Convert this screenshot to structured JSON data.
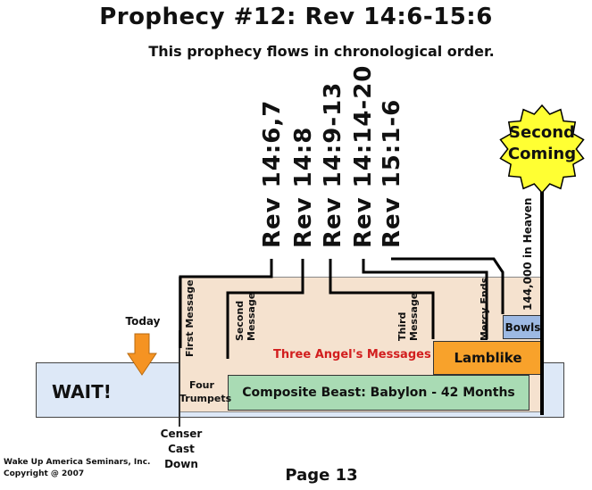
{
  "title": "Prophecy #12:  Rev 14:6-15:6",
  "subtitle": "This prophecy flows in chronological order.",
  "references": [
    "Rev 14:6,7",
    "Rev 14:8",
    "Rev 14:9-13",
    "Rev 14:14-20",
    "Rev 15:1-6"
  ],
  "second_coming": [
    "Second",
    "Coming"
  ],
  "heaven_label": "144,000 in Heaven",
  "messages": {
    "first": "First Message",
    "second": [
      "Second",
      "Message"
    ],
    "third": [
      "Third",
      "Message"
    ],
    "mercy": "Mercy Ends"
  },
  "angels_title": "Three Angel's Messages",
  "today_label": "Today",
  "wait_label": "WAIT!",
  "four_trumpets": [
    "Four",
    "Trumpets"
  ],
  "beast_label": "Composite Beast:  Babylon - 42 Months",
  "lamblike_label": "Lamblike",
  "bowls_label": "Bowls",
  "censer": [
    "Censer",
    "Cast",
    "Down"
  ],
  "footer": [
    "Wake Up America Seminars, Inc.",
    "Copyright @ 2007"
  ],
  "page": "Page 13",
  "colors": {
    "wait_band": "#dde8f7",
    "angels_panel": "#f5e2cf",
    "beast": "#a9dbb4",
    "lamblike": "#f8a22b",
    "bowls": "#9db9e3",
    "starburst": "#ffff33",
    "today_arrow": "#f59322",
    "angels_title": "#d21e1e"
  }
}
